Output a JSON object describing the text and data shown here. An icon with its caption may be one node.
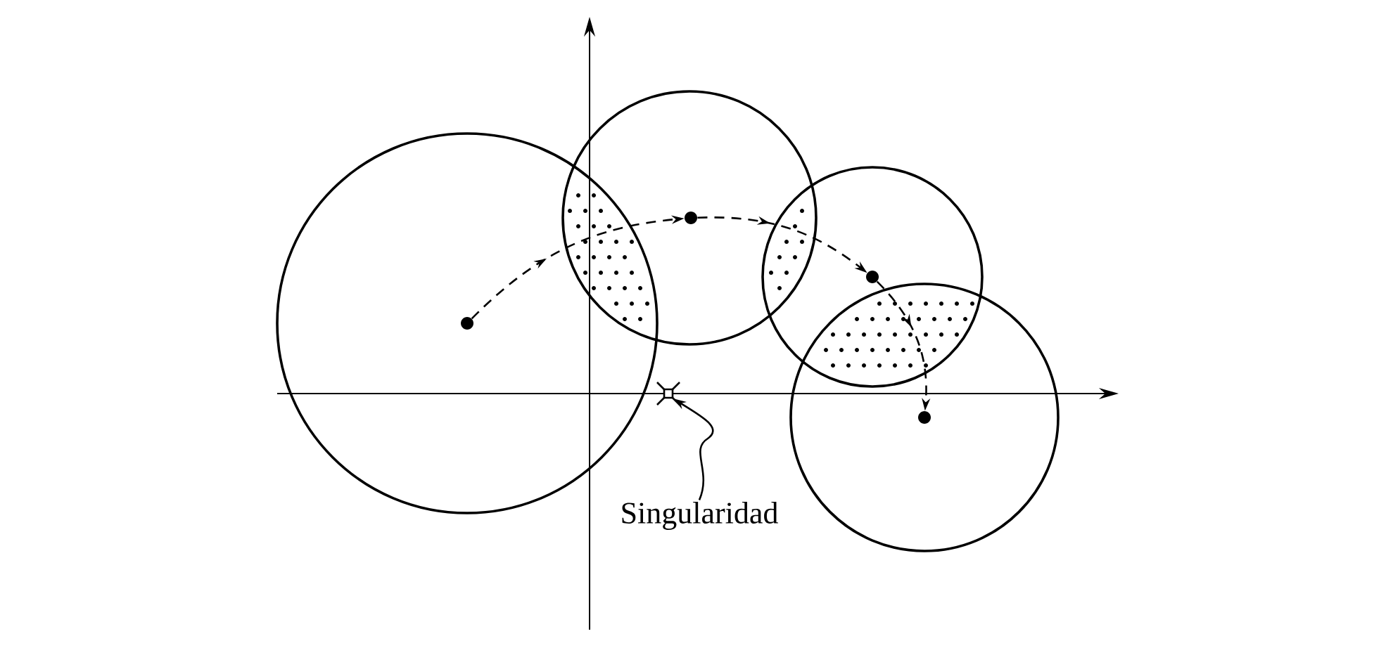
{
  "diagram": {
    "nodes": [
      {
        "text": [],
        "shape": "circle"
      },
      {
        "text": [],
        "shape": "circle"
      },
      {
        "text": [],
        "shape": "circle"
      },
      {
        "text": [],
        "shape": "circle"
      },
      {
        "text": [],
        "shape": "star"
      },
      {
        "text": [
          "Singularidad"
        ]
      }
    ],
    "edges": [
      {
        "from": 0,
        "to": 1,
        "arrow": "to",
        "style": "dashed"
      },
      {
        "from": 1,
        "to": 2,
        "arrow": "to",
        "style": "dashed"
      },
      {
        "from": 2,
        "to": 3,
        "arrow": "to",
        "style": "dashed"
      },
      {
        "from": 5,
        "to": 4,
        "arrow": "to"
      }
    ]
  }
}
